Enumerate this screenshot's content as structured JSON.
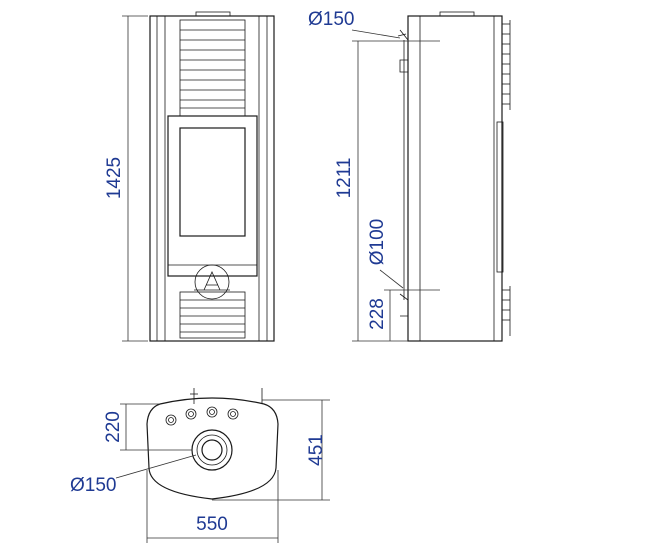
{
  "dimensions": {
    "front_height": "1425",
    "side_flue_diameter": "Ø150",
    "side_flue_height": "1211",
    "side_inlet_diameter": "Ø100",
    "side_inlet_height": "228",
    "top_depth_offset": "220",
    "top_flue_diameter": "Ø150",
    "top_depth": "451",
    "top_width": "550"
  },
  "colors": {
    "dimension_text": "#1f3a93",
    "line": "#1a1a1a"
  }
}
